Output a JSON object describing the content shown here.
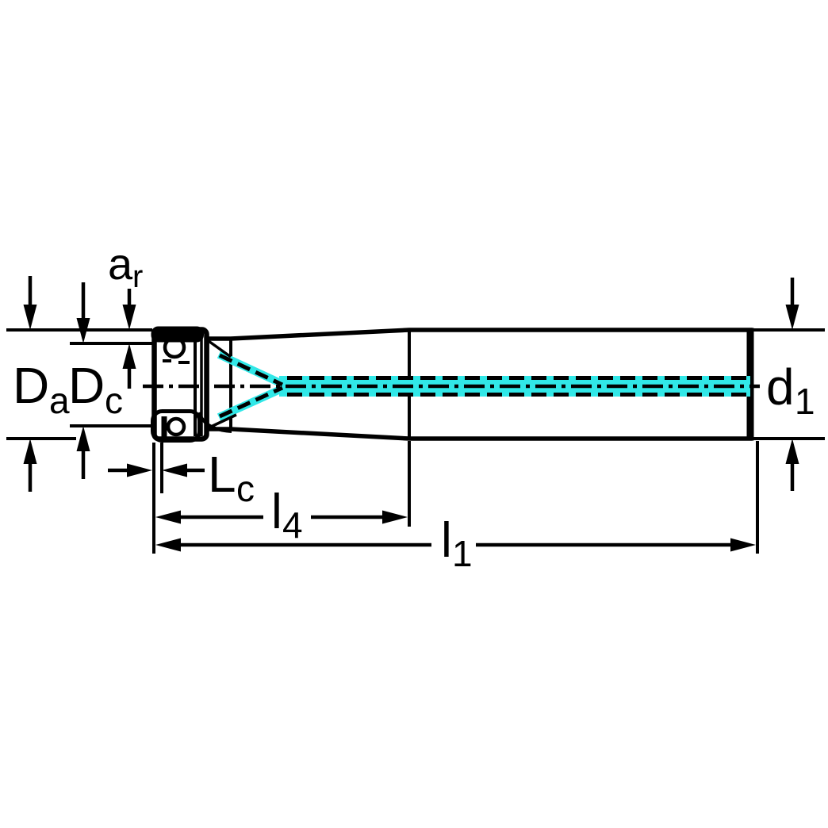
{
  "diagram": {
    "kind": "technical-dimension-drawing",
    "subject": "indexable-insert milling cutter, side view",
    "labels": {
      "ar": {
        "main": "a",
        "sub": "r"
      },
      "Da": {
        "main": "D",
        "sub": "a"
      },
      "Dc": {
        "main": "D",
        "sub": "c"
      },
      "d1": {
        "main": "d",
        "sub": "1"
      },
      "Lc": {
        "main": "L",
        "sub": "c"
      },
      "l4": {
        "main": "l",
        "sub": "4"
      },
      "l1": {
        "main": "l",
        "sub": "1"
      }
    },
    "colors": {
      "background": "#FFFFFF",
      "outline": "#000000",
      "body_fill": "#CACACA",
      "coolant_cyan": "#31E7E7",
      "insert_yellow": "#F0CB74",
      "screw_fill": "#D2D2D2",
      "hole_fill": "#FFFFFF"
    }
  }
}
